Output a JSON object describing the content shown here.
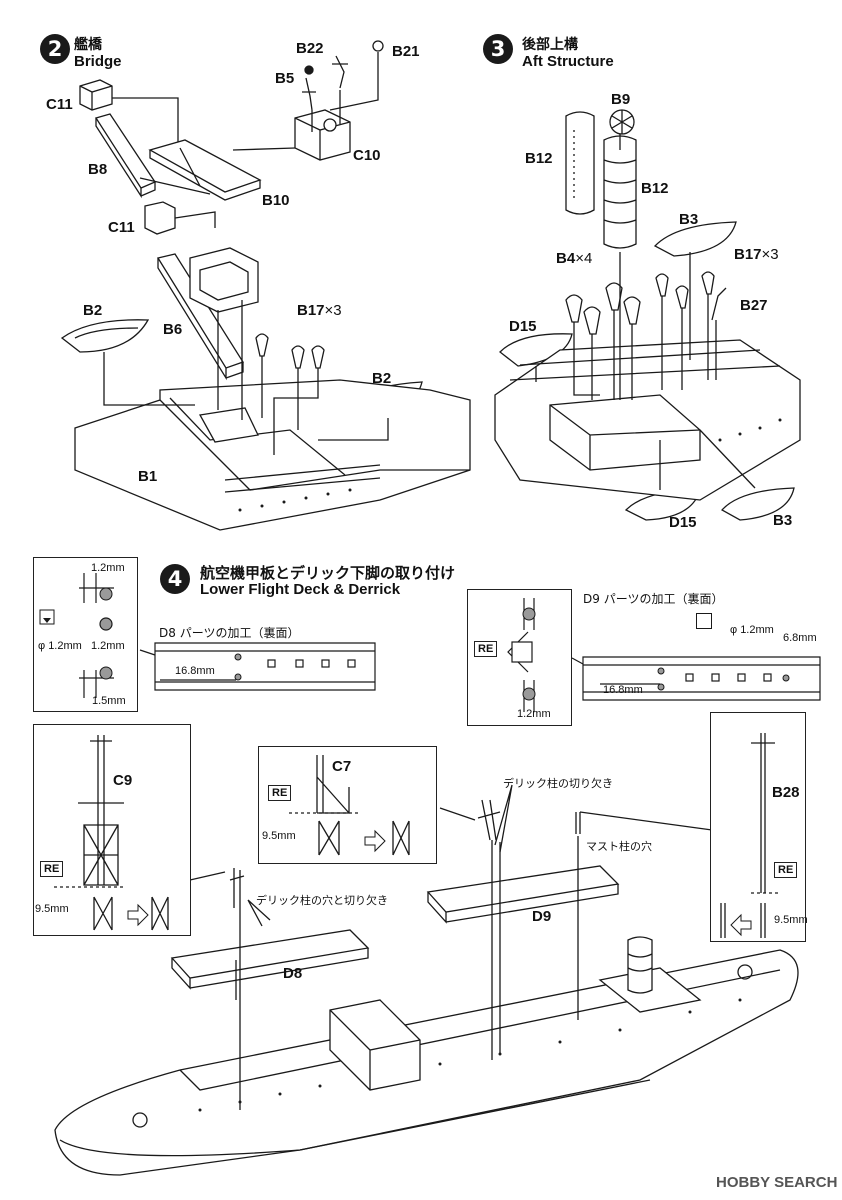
{
  "step2": {
    "num": "2",
    "jp": "艦橋",
    "en": "Bridge"
  },
  "step3": {
    "num": "3",
    "jp": "後部上構",
    "en": "Aft Structure"
  },
  "step4": {
    "num": "4",
    "jp": "航空機甲板とデリック下脚の取り付け",
    "en": "Lower Flight Deck & Derrick"
  },
  "bridge_labels": {
    "b22": "B22",
    "b21": "B21",
    "b5": "B5",
    "c11a": "C11",
    "c10": "C10",
    "b8": "B8",
    "b10": "B10",
    "c11b": "C11",
    "b6": "B6",
    "b2a": "B2",
    "b17": "B17",
    "b17_mult": "×3",
    "b2b": "B2",
    "b1": "B1"
  },
  "aft_labels": {
    "b9": "B9",
    "b12a": "B12",
    "b12b": "B12",
    "b3a": "B3",
    "b4": "B4",
    "b4_mult": "×4",
    "b17": "B17",
    "b17_mult": "×3",
    "b27": "B27",
    "d15a": "D15",
    "d15b": "D15",
    "b3b": "B3"
  },
  "d8_detail": {
    "title": "D8 パーツの加工（裏面）",
    "dim_top": "1.2mm",
    "dia": "φ 1.2mm",
    "dim_mid": "1.2mm",
    "dim_bot": "1.5mm",
    "len": "16.8mm"
  },
  "d9_detail": {
    "title": "D9 パーツの加工（裏面）",
    "re": "RE",
    "dia": "φ 1.2mm",
    "offset": "6.8mm",
    "len": "16.8mm",
    "dim": "1.2mm"
  },
  "c9_panel": {
    "part": "C9",
    "re": "RE",
    "dim": "9.5mm"
  },
  "c7_panel": {
    "part": "C7",
    "re": "RE",
    "dim": "9.5mm"
  },
  "b28_panel": {
    "part": "B28",
    "re": "RE",
    "dim": "9.5mm"
  },
  "assembly": {
    "derrick_notch": "デリック柱の切り欠き",
    "mast_hole": "マスト柱の穴",
    "derrick_hole_notch": "デリック柱の穴と切り欠き",
    "d9": "D9",
    "d8": "D8"
  },
  "watermark": {
    "brand": "HOBBY SEARCH"
  },
  "colors": {
    "ink": "#1a1a1a",
    "hull": "#ffffff",
    "shade": "#9a9a9a"
  }
}
